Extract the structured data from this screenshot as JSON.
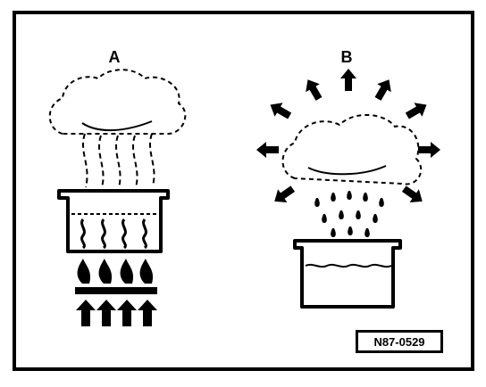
{
  "diagram": {
    "label_a": "A",
    "label_b": "B",
    "figure_code": "N87-0529"
  },
  "colors": {
    "ink": "#000000",
    "paper": "#ffffff"
  }
}
